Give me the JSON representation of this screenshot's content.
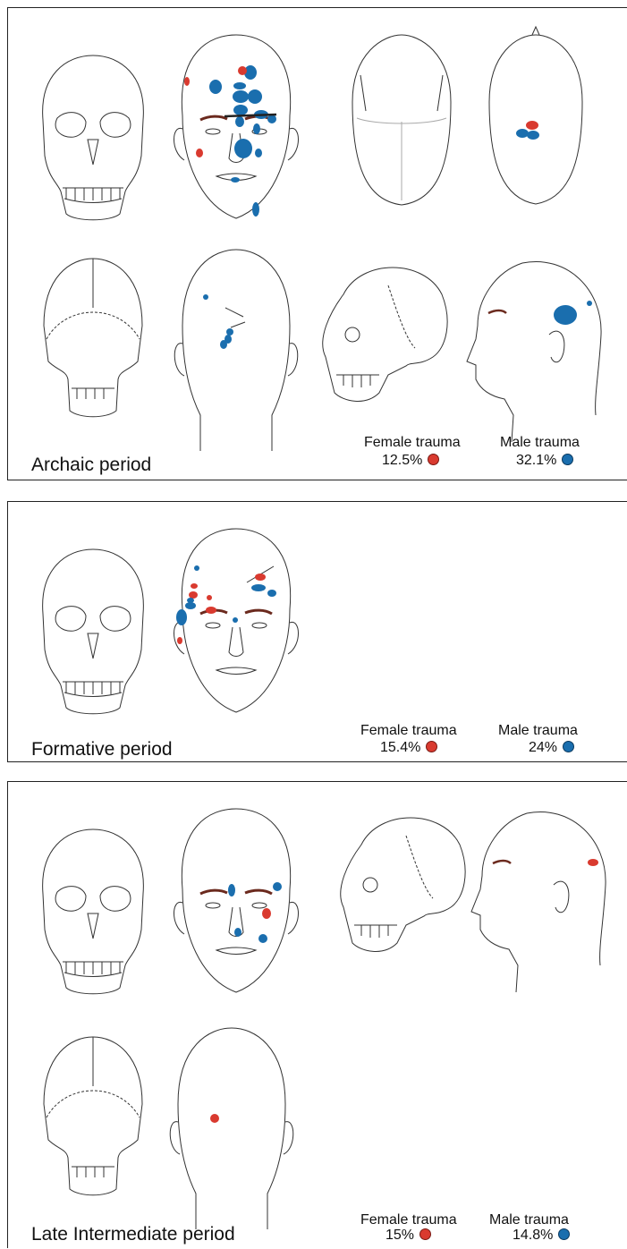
{
  "colors": {
    "female": "#d93a2f",
    "male": "#1a6eae",
    "line": "#333333",
    "brow": "#6b2a1e"
  },
  "panels": [
    {
      "title": "Archaic period",
      "female_label": "Female trauma",
      "female_value": "12.5%",
      "male_label": "Male trauma",
      "male_value": "32.1%"
    },
    {
      "title": "Formative period",
      "female_label": "Female trauma",
      "female_value": "15.4%",
      "male_label": "Male trauma",
      "male_value": "24%"
    },
    {
      "title": "Late Intermediate period",
      "female_label": "Female trauma",
      "female_value": "15%",
      "male_label": "Male trauma",
      "male_value": "14.8%"
    }
  ]
}
